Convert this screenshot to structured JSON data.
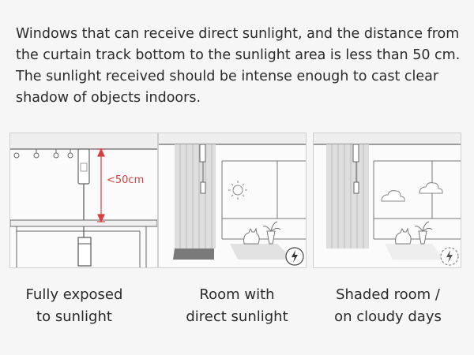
{
  "intro": {
    "text": "Windows that can receive direct sunlight, and the distance from the curtain track bottom to the sunlight area is less than 50 cm. The sunlight received should be intense enough to cast clear shadow of objects indoors."
  },
  "panels": [
    {
      "measure_label": "<50cm",
      "caption_line1": "Fully exposed",
      "caption_line2": "to sunlight"
    },
    {
      "caption_line1": "Room with",
      "caption_line2": "direct sunlight"
    },
    {
      "caption_line1": "Shaded room /",
      "caption_line2": "on cloudy days"
    }
  ],
  "colors": {
    "line": "#555555",
    "accent": "#d84040",
    "curtain": "#d9d9d9"
  }
}
